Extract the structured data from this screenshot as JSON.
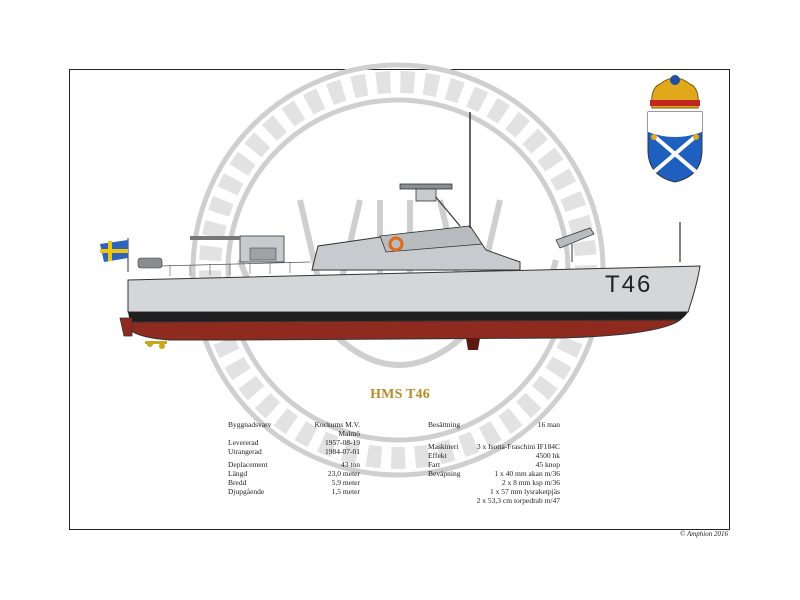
{
  "title": "HMS T46",
  "hull_marking": "T46",
  "copyright": "© Amphion 2016",
  "colors": {
    "hull_gray": "#d4d6d8",
    "hull_black": "#1e1e1e",
    "hull_red": "#8e2a1e",
    "title_gold": "#b58a2a",
    "watermark": "#d0d0d0"
  },
  "left_specs": {
    "block1": [
      {
        "key": "Byggnadsvarv",
        "value": "Kockums M.V."
      },
      {
        "key": "",
        "value": "Malmö"
      },
      {
        "key": "Levererad",
        "value": "1957-08-19"
      },
      {
        "key": "Utrangerad",
        "value": "1984-07-01"
      }
    ],
    "block2": [
      {
        "key": "Deplacement",
        "value": "43 ton"
      },
      {
        "key": "Längd",
        "value": "23,0 meter"
      },
      {
        "key": "Bredd",
        "value": "5,9 meter"
      },
      {
        "key": "Djupgående",
        "value": "1,5 meter"
      }
    ]
  },
  "right_specs": {
    "block1": [
      {
        "key": "Besättning",
        "value": "16 man"
      }
    ],
    "block2": [
      {
        "key": "Maskineri",
        "value": "3 x Isotta-Fraschini IF184C"
      },
      {
        "key": "Effekt",
        "value": "4500 hk"
      },
      {
        "key": "Fart",
        "value": "45 knop"
      },
      {
        "key": "Beväpning",
        "value": "1 x 40 mm akan m/36"
      },
      {
        "key": "",
        "value": "2 x 8 mm ksp m/36"
      },
      {
        "key": "",
        "value": "1 x 57 mm lysraketpjäs"
      },
      {
        "key": "",
        "value": "2 x 53,3 cm torpedtub m/47"
      }
    ]
  }
}
